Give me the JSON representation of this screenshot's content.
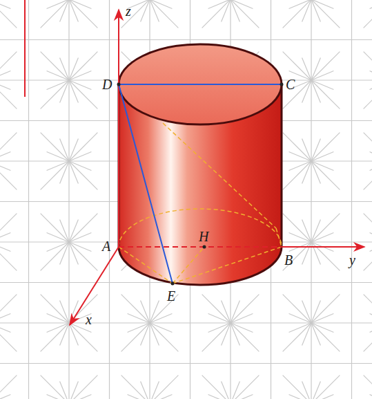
{
  "diagram": {
    "labels": [
      "z",
      "D",
      "C",
      "A",
      "H",
      "B",
      "y",
      "E",
      "x"
    ]
  }
}
